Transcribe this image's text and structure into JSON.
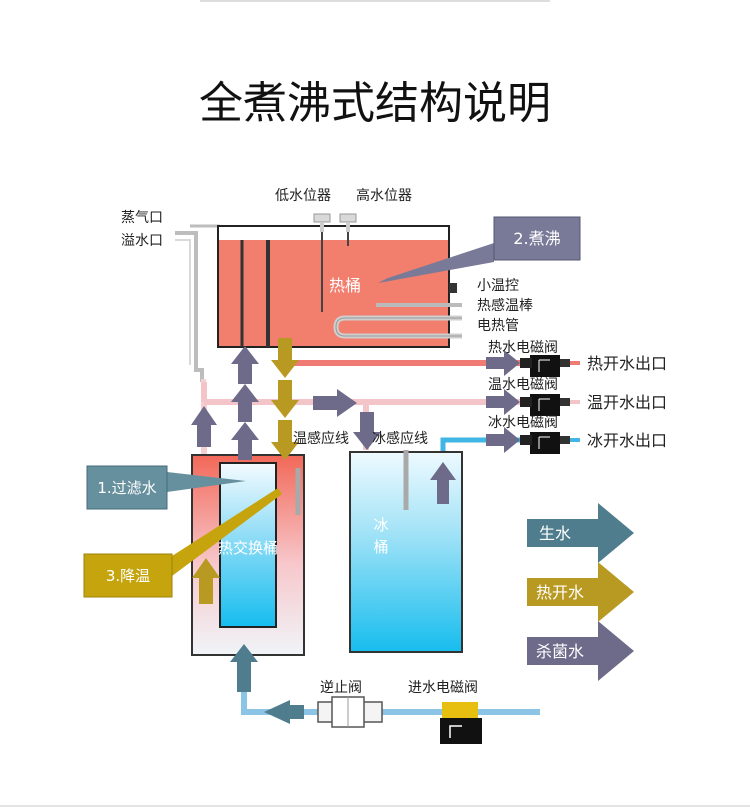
{
  "title": "全煮沸式结构说明",
  "labels": {
    "low_level": "低水位器",
    "high_level": "高水位器",
    "steam_port": "蒸气口",
    "overflow_port": "溢水口",
    "hot_tank": "热桶",
    "small_thermostat": "小温控",
    "temp_rod": "热感温棒",
    "heating_tube": "电热管",
    "hot_valve": "热水电磁阀",
    "warm_valve": "温水电磁阀",
    "ice_valve": "冰水电磁阀",
    "hot_outlet": "热开水出口",
    "warm_outlet": "温开水出口",
    "ice_outlet": "冰开水出口",
    "temp_wire": "温感应线",
    "ice_wire": "冰感应线",
    "heat_exchanger": "热交换桶",
    "ice_tank_1": "冰",
    "ice_tank_2": "桶",
    "check_valve": "逆止阀",
    "inlet_valve": "进水电磁阀"
  },
  "callouts": {
    "filter": "1.过滤水",
    "boil": "2.煮沸",
    "cool": "3.降温"
  },
  "legend": [
    {
      "label": "生水",
      "color": "#4f7d8e"
    },
    {
      "label": "热开水",
      "color": "#b89a22"
    },
    {
      "label": "杀菌水",
      "color": "#6e6a8a"
    }
  ],
  "colors": {
    "raw_water": "#4f7d8e",
    "boiled_water": "#b89a22",
    "sterilized_water": "#6e6a8a",
    "hot_tank": "#f27e6e",
    "ice_tank": "#23c4ef",
    "pipe_hot": "#f07a74",
    "pipe_warm": "#f3c5c8",
    "pipe_ice": "#3fb6e3",
    "pipe_inlet": "#8cc4e6",
    "callout_blue": "#67909e",
    "callout_purple": "#787a98",
    "callout_gold": "#c6a40d"
  }
}
